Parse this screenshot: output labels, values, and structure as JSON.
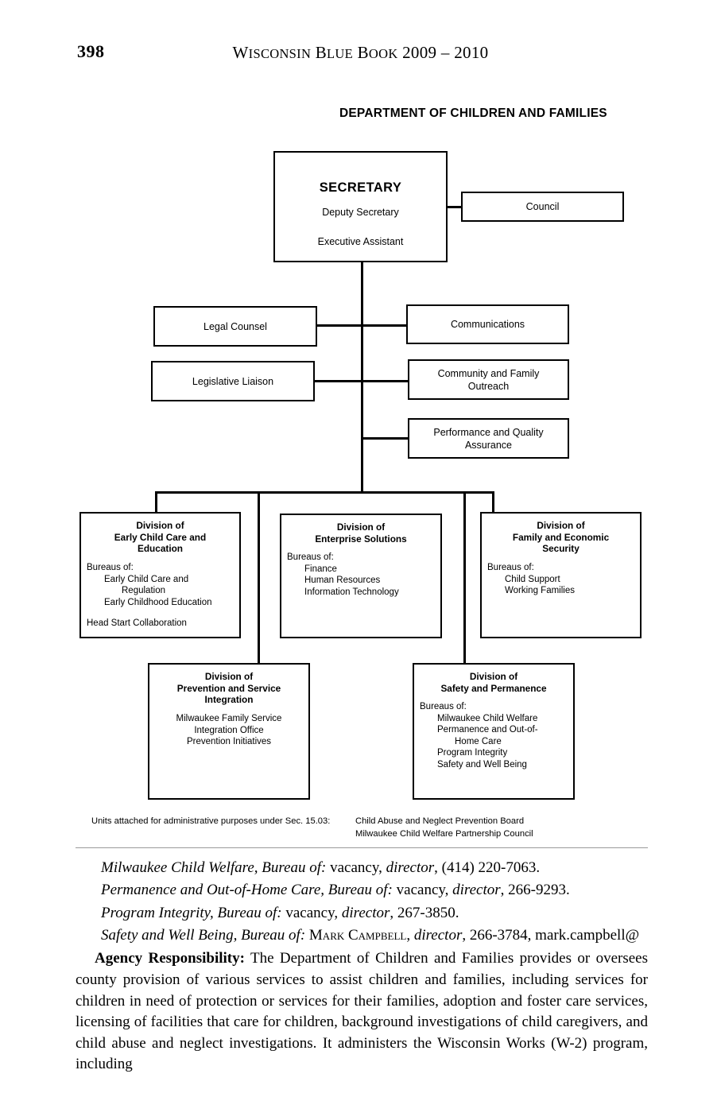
{
  "page": {
    "number": "398",
    "book_title_first": "W",
    "book_title_rest": "ISCONSIN",
    "book_title_full": "WISCONSIN BLUE BOOK 2009 – 2010",
    "book_title_parts": {
      "w1a": "W",
      "w1b": "ISCONSIN",
      "w2a": "B",
      "w2b": "LUE",
      "w3a": "B",
      "w3b": "OOK",
      "years": "2009 – 2010"
    }
  },
  "chart": {
    "title": "DEPARTMENT OF CHILDREN AND FAMILIES",
    "secretary": {
      "title": "SECRETARY",
      "deputy": "Deputy Secretary",
      "executive_assistant": "Executive Assistant"
    },
    "council": "Council",
    "staff": [
      {
        "label": "Legal Counsel"
      },
      {
        "label": "Legislative Liaison"
      },
      {
        "label": "Communications"
      },
      {
        "label": "Community and Family\nOutreach"
      },
      {
        "label": "Performance and Quality\nAssurance"
      }
    ],
    "staff_labels": {
      "legal_counsel": "Legal Counsel",
      "legislative_liaison": "Legislative Liaison",
      "communications": "Communications",
      "community_outreach_l1": "Community and Family",
      "community_outreach_l2": "Outreach",
      "performance_l1": "Performance and Quality",
      "performance_l2": "Assurance"
    },
    "divisions": {
      "early_child_care": {
        "title_l1": "Division of",
        "title_l2": "Early Child Care and",
        "title_l3": "Education",
        "bureaus_label": "Bureaus of:",
        "items_l1": "Early Child Care and",
        "items_l2": "Regulation",
        "items_l3": "Early Childhood Education",
        "extra": "Head Start Collaboration"
      },
      "enterprise_solutions": {
        "title_l1": "Division of",
        "title_l2": "Enterprise Solutions",
        "bureaus_label": "Bureaus of:",
        "item1": "Finance",
        "item2": "Human Resources",
        "item3": "Information Technology"
      },
      "family_economic_security": {
        "title_l1": "Division of",
        "title_l2": "Family and Economic",
        "title_l3": "Security",
        "bureaus_label": "Bureaus of:",
        "item1": "Child Support",
        "item2": "Working Families"
      },
      "prevention_service_integration": {
        "title_l1": "Division of",
        "title_l2": "Prevention and Service",
        "title_l3": "Integration",
        "item1_l1": "Milwaukee Family Service",
        "item1_l2": "Integration Office",
        "item2": "Prevention Initiatives"
      },
      "safety_permanence": {
        "title_l1": "Division of",
        "title_l2": "Safety and Permanence",
        "bureaus_label": "Bureaus of:",
        "item1": "Milwaukee Child Welfare",
        "item2_l1": "Permanence and Out-of-",
        "item2_l2": "Home Care",
        "item3": "Program Integrity",
        "item4": "Safety and Well Being"
      }
    },
    "attached_units": {
      "label": "Units attached for administrative purposes under Sec. 15.03:",
      "values": [
        "Child Abuse and Neglect Prevention Board",
        "Milwaukee Child Welfare Partnership Council"
      ]
    }
  },
  "directory": {
    "entries": [
      {
        "name": "Milwaukee Child Welfare, Bureau of:",
        "person": "vacancy",
        "role": "director",
        "phone": "(414) 220-7063."
      },
      {
        "name": "Permanence and Out-of-Home Care, Bureau of:",
        "person": "vacancy",
        "role": "director",
        "phone": "266-9293."
      },
      {
        "name": "Program Integrity, Bureau of:",
        "person": "vacancy",
        "role": "director",
        "phone": "267-3850."
      },
      {
        "name": "Safety and Well Being, Bureau of:",
        "person": "Mark Campbell",
        "role": "director",
        "phone": "266-3784, mark.campbell@"
      }
    ],
    "agency_responsibility_label": "Agency Responsibility:",
    "agency_responsibility_text": " The Department of Children and Families provides or oversees county provision of various services to assist children and families, including services for children in need of protection or services for their families, adoption and foster care services, licensing of facilities that care for children, background investigations of child caregivers, and child abuse and neglect investigations.  It administers the Wisconsin Works (W-2) program, including"
  }
}
